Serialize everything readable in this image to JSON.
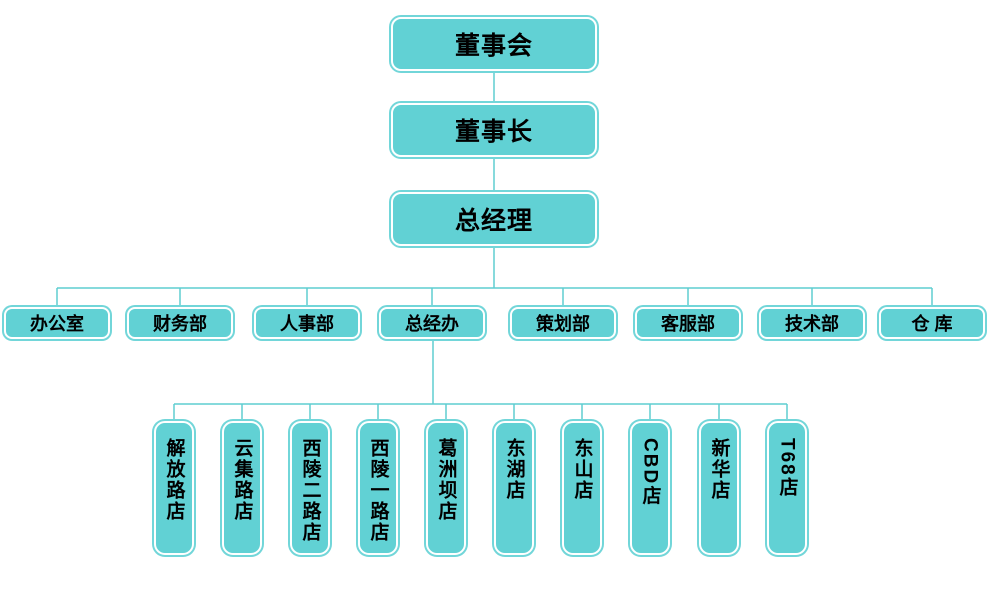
{
  "org_chart": {
    "root": {
      "label": "董事会"
    },
    "chairman": {
      "label": "董事长"
    },
    "general_manager": {
      "label": "总经理"
    },
    "departments": [
      {
        "label": "办公室"
      },
      {
        "label": "财务部"
      },
      {
        "label": "人事部"
      },
      {
        "label": "总经办"
      },
      {
        "label": "策划部"
      },
      {
        "label": "客服部"
      },
      {
        "label": "技术部"
      },
      {
        "label": "仓 库"
      }
    ],
    "stores_parent": "总经办",
    "stores": [
      {
        "label": "解放路店"
      },
      {
        "label": "云集路店"
      },
      {
        "label": "西陵二路店"
      },
      {
        "label": "西陵一路店"
      },
      {
        "label": "葛洲坝店"
      },
      {
        "label": "东湖店"
      },
      {
        "label": "东山店"
      },
      {
        "label": "CBD店"
      },
      {
        "label": "新华店"
      },
      {
        "label": "T68店"
      }
    ],
    "colors": {
      "node_fill": "#61d1d4",
      "node_outer_ring": "#72d6d9",
      "node_inner_stroke": "#ffffff",
      "connector_line": "#5fcdd1",
      "text": "#000000",
      "background": "#ffffff"
    }
  }
}
